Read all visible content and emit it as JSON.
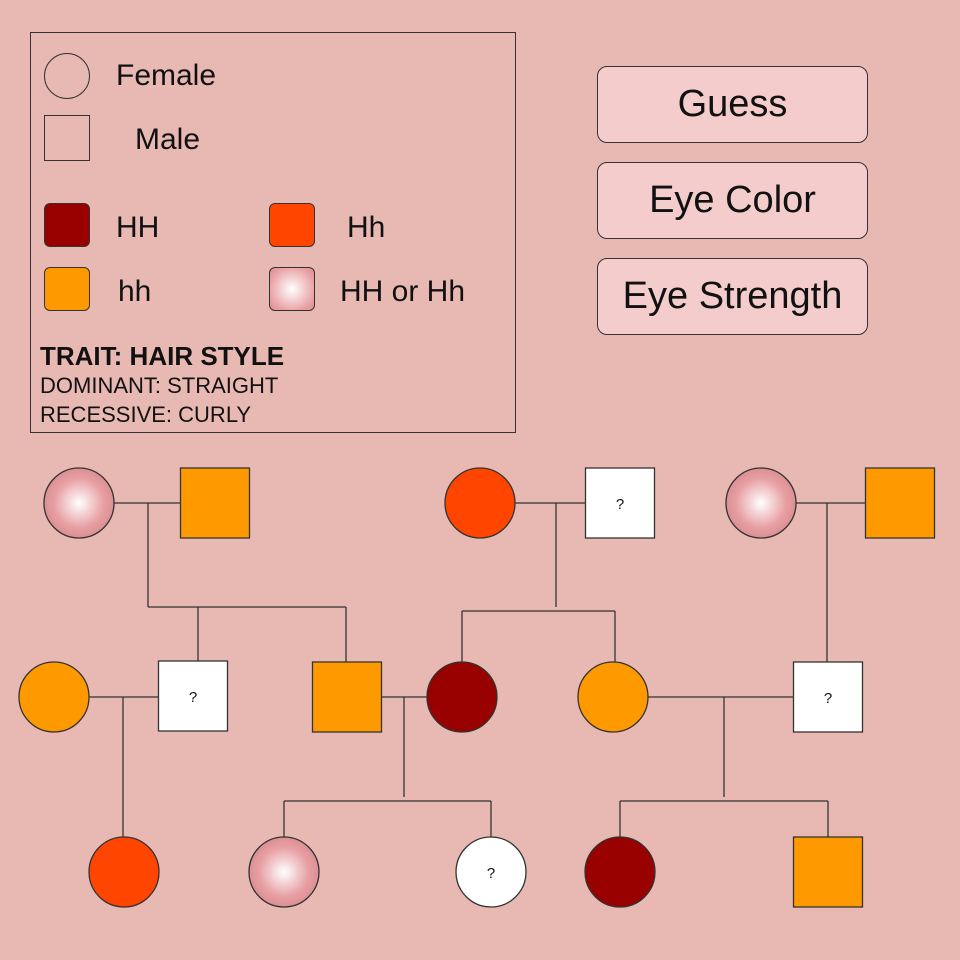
{
  "legend": {
    "female_label": "Female",
    "male_label": "Male",
    "genotypes": {
      "HH": {
        "label": "HH",
        "color": "#990000"
      },
      "Hh": {
        "label": "Hh",
        "color": "#ff4500"
      },
      "hh": {
        "label": "hh",
        "color": "#ff9900"
      },
      "HHorHh": {
        "label": "HH or Hh",
        "color": "#e8a0a4"
      }
    },
    "trait_title": "TRAIT: HAIR STYLE",
    "dominant": "DOMINANT: STRAIGHT",
    "recessive": "RECESSIVE: CURLY"
  },
  "buttons": {
    "guess": "Guess",
    "eye_color": "Eye Color",
    "eye_strength": "Eye Strength"
  },
  "pedigree": {
    "unknown_mark": "?",
    "individuals": [
      {
        "id": "g1-f1",
        "sex": "female",
        "genotype": "HHorHh"
      },
      {
        "id": "g1-m1",
        "sex": "male",
        "genotype": "hh"
      },
      {
        "id": "g1-f2",
        "sex": "female",
        "genotype": "Hh"
      },
      {
        "id": "g1-m2",
        "sex": "male",
        "genotype": "unknown"
      },
      {
        "id": "g1-f3",
        "sex": "female",
        "genotype": "HHorHh"
      },
      {
        "id": "g1-m3",
        "sex": "male",
        "genotype": "hh"
      },
      {
        "id": "g2-f1",
        "sex": "female",
        "genotype": "hh"
      },
      {
        "id": "g2-m1",
        "sex": "male",
        "genotype": "unknown"
      },
      {
        "id": "g2-m2",
        "sex": "male",
        "genotype": "hh"
      },
      {
        "id": "g2-f2",
        "sex": "female",
        "genotype": "HH"
      },
      {
        "id": "g2-f3",
        "sex": "female",
        "genotype": "hh"
      },
      {
        "id": "g2-m3",
        "sex": "male",
        "genotype": "unknown"
      },
      {
        "id": "g3-f1",
        "sex": "female",
        "genotype": "Hh"
      },
      {
        "id": "g3-f2",
        "sex": "female",
        "genotype": "HHorHh"
      },
      {
        "id": "g3-f3",
        "sex": "female",
        "genotype": "unknown"
      },
      {
        "id": "g3-f4",
        "sex": "female",
        "genotype": "HH"
      },
      {
        "id": "g3-m1",
        "sex": "male",
        "genotype": "hh"
      }
    ]
  }
}
